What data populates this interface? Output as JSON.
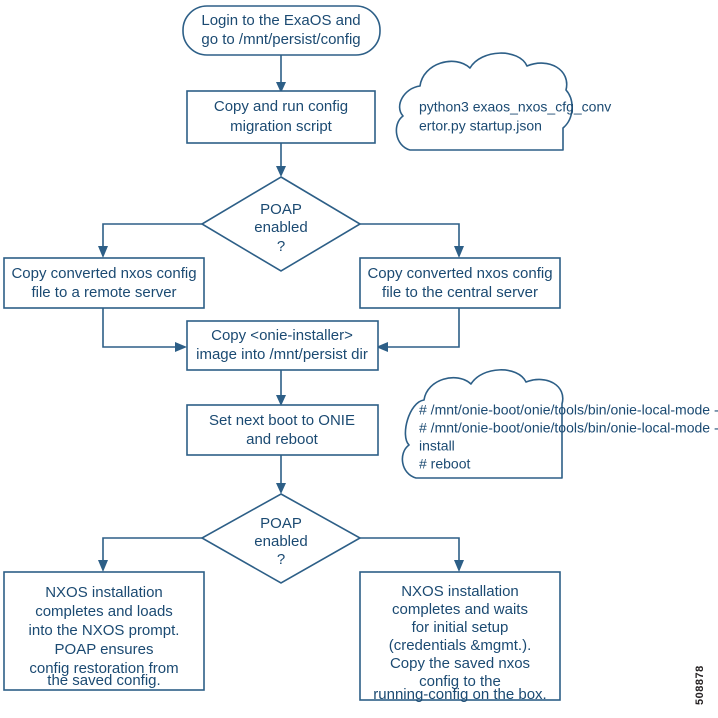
{
  "figure": {
    "id_label": "508878",
    "colors": {
      "stroke": "#2d5f87",
      "text": "#1b4a72",
      "background": "#ffffff",
      "figure_id": "#231f20"
    }
  },
  "nodes": {
    "start": {
      "shape": "rounded-terminator",
      "lines": [
        "Login to the ExaOS and",
        "go to /mnt/persist/config"
      ]
    },
    "migrate": {
      "shape": "process",
      "lines": [
        "Copy and run config",
        "migration script"
      ]
    },
    "decision1": {
      "shape": "decision",
      "lines": [
        "POAP",
        "enabled",
        "?"
      ]
    },
    "remote_server": {
      "shape": "process",
      "lines": [
        "Copy converted nxos config",
        "file to a remote server"
      ]
    },
    "central_server": {
      "shape": "process",
      "lines": [
        "Copy converted nxos config",
        "file to the central server"
      ]
    },
    "copy_onie": {
      "shape": "process",
      "lines": [
        "Copy <onie-installer>",
        "image into /mnt/persist dir"
      ]
    },
    "set_boot": {
      "shape": "process",
      "lines": [
        "Set next boot to ONIE",
        "and reboot"
      ]
    },
    "decision2": {
      "shape": "decision",
      "lines": [
        "POAP",
        "enabled",
        "?"
      ]
    },
    "result_left": {
      "shape": "process",
      "lines": [
        "NXOS installation",
        "completes and loads",
        "into the NXOS prompt.",
        "POAP ensures",
        "config restoration from",
        "the saved config."
      ]
    },
    "result_right": {
      "shape": "process",
      "lines": [
        "NXOS installation",
        "completes and waits",
        "for initial setup",
        "(credentials &mgmt.).",
        "Copy the saved nxos",
        "config to the",
        "running-config on the box."
      ]
    }
  },
  "callouts": {
    "script_command": {
      "shape": "cloud",
      "lines": [
        "python3 exaos_nxos_cfg_conv",
        "ertor.py startup.json"
      ]
    },
    "onie_commands": {
      "shape": "cloud",
      "lines": [
        "# /mnt/onie-boot/onie/tools/bin/onie-local-mode -s",
        "# /mnt/onie-boot/onie/tools/bin/onie-local-mode -o",
        "install",
        "# reboot"
      ]
    }
  }
}
